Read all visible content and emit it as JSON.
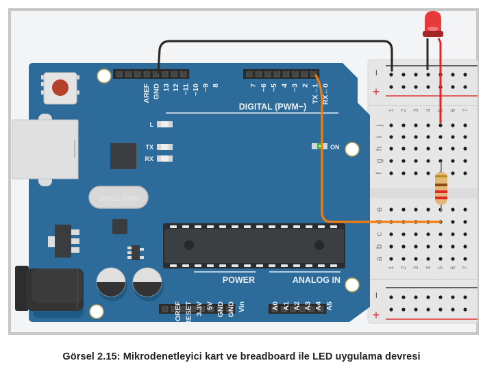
{
  "caption": "Görsel 2.15:  Mikrodenetleyici kart ve breadboard ile LED uygulama devresi",
  "colors": {
    "canvas": "#f3f4f6",
    "frame": "#c9c9c9",
    "board": "#2d6b9a",
    "header": "#2b2b2b",
    "wire_gnd": "#2a2a2a",
    "wire_signal": "#f07d0e",
    "wire_led": "#e2232a",
    "led": "#e83a3a",
    "breadboard": "#e7e7e7",
    "on_led": "#3dbb3d"
  },
  "arduino": {
    "top_header_left_labels": [
      "AREF",
      "GND",
      "13",
      "12",
      "~11",
      "~10",
      "~9",
      "8"
    ],
    "top_header_right_labels": [
      "7",
      "~6",
      "~5",
      "4",
      "~3",
      "2",
      "TX→1",
      "RX←0"
    ],
    "digital_label": "DIGITAL (PWM~)",
    "leds": [
      "L",
      "TX",
      "RX"
    ],
    "on_label": "ON",
    "crystal_label": "SPK16.000G",
    "power_title": "POWER",
    "power_labels": [
      "IOREF",
      "RESET",
      "3.3V",
      "5V",
      "GND",
      "GND",
      "Vin"
    ],
    "analog_title": "ANALOG IN",
    "analog_labels": [
      "A0",
      "A1",
      "A2",
      "A3",
      "A4",
      "A5"
    ]
  },
  "breadboard": {
    "rail_minus": "−",
    "rail_plus": "+",
    "column_numbers": [
      "1",
      "2",
      "3",
      "4",
      "5",
      "6",
      "7"
    ],
    "rows_top": [
      "j",
      "i",
      "h",
      "g",
      "f"
    ],
    "rows_bottom": [
      "e",
      "d",
      "c",
      "b",
      "a"
    ]
  },
  "components": {
    "led": "red-led",
    "resistor_bands": [
      "#b28a1e",
      "#8a4a12",
      "#e2232a",
      "#e2232a"
    ]
  }
}
